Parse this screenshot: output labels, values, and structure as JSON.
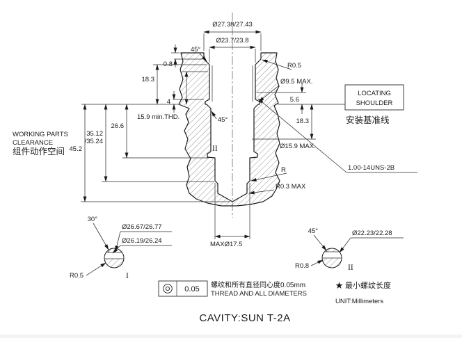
{
  "title": "CAVITY:SUN T-2A",
  "clearance_note": {
    "l1": "WORKING PARTS",
    "l2": "CLEARANCE",
    "l3": "组件动作空间"
  },
  "locating": {
    "l1": "LOCATING",
    "l2": "SHOULDER",
    "cn": "安装基准线"
  },
  "dims": {
    "counterbore": "Ø27.38/27.43",
    "thread_dia": "Ø23.7/23.8",
    "chamfer_top": "45°",
    "spotface_depth": "0.8",
    "left_18_3": "18.3",
    "rad_top": "R0.5",
    "pilot_max": "Ø9.5 MAX.",
    "runout": "5.6",
    "groove_w": "4",
    "thd_min": "15.9 min.THD.",
    "d26_6": "26.6",
    "d35a": "35.12",
    "d35b": "/35.24",
    "d45_2": "45.2",
    "chamfer_bore": "45°",
    "right_18_3": "18.3",
    "drill_max": "Ø15.9 MAX.",
    "thread": "1.00-14UNS-2B",
    "rad": "R",
    "rad_bottom": "R0.3 MAX",
    "bore_max": "MAXØ17.5",
    "flag2": "II"
  },
  "detail1": {
    "angle": "30°",
    "dia_outer": "Ø26.67/26.77",
    "dia_inner": "Ø26.19/26.24",
    "rad": "R0.5",
    "label": "I"
  },
  "detail2": {
    "angle": "45°",
    "dia": "Ø22.23/22.28",
    "rad": "R0.8",
    "label": "II"
  },
  "tolerance": {
    "value": "0.05",
    "cn": "螺纹和所有直径同心度0.05mm",
    "en": "THREAD AND ALL DIAMETERS"
  },
  "footnotes": {
    "thread_len": "★ 最小螺纹长度",
    "unit": "UNIT:Millimeters"
  }
}
